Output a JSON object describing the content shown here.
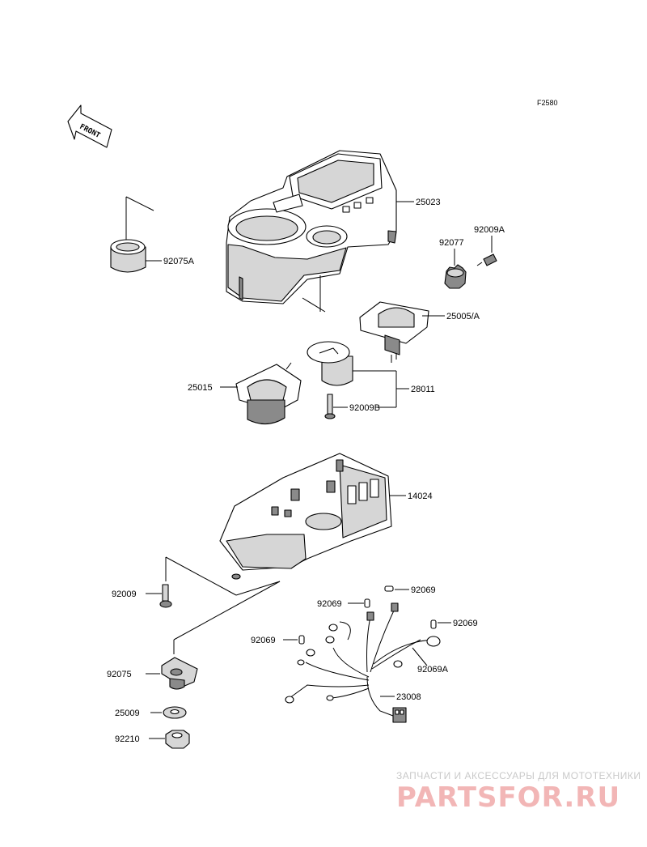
{
  "figure_code": "F2580",
  "front_arrow_label": "FRONT",
  "parts": {
    "p25023": "25023",
    "p92009A": "92009A",
    "p92077": "92077",
    "p92075A": "92075A",
    "p25005A": "25005/A",
    "p28011": "28011",
    "p25015": "25015",
    "p92009B": "92009B",
    "p14024": "14024",
    "p92009": "92009",
    "p92069_a": "92069",
    "p92069_b": "92069",
    "p92069_c": "92069",
    "p92069_d": "92069",
    "p92069A": "92069A",
    "p23008": "23008",
    "p92075": "92075",
    "p25009": "25009",
    "p92210": "92210"
  },
  "watermark": {
    "tagline": "ЗАПЧАСТИ И АКСЕССУАРЫ ДЛЯ МОТОТЕХНИКИ",
    "brand": "PARTSFOR.RU"
  }
}
